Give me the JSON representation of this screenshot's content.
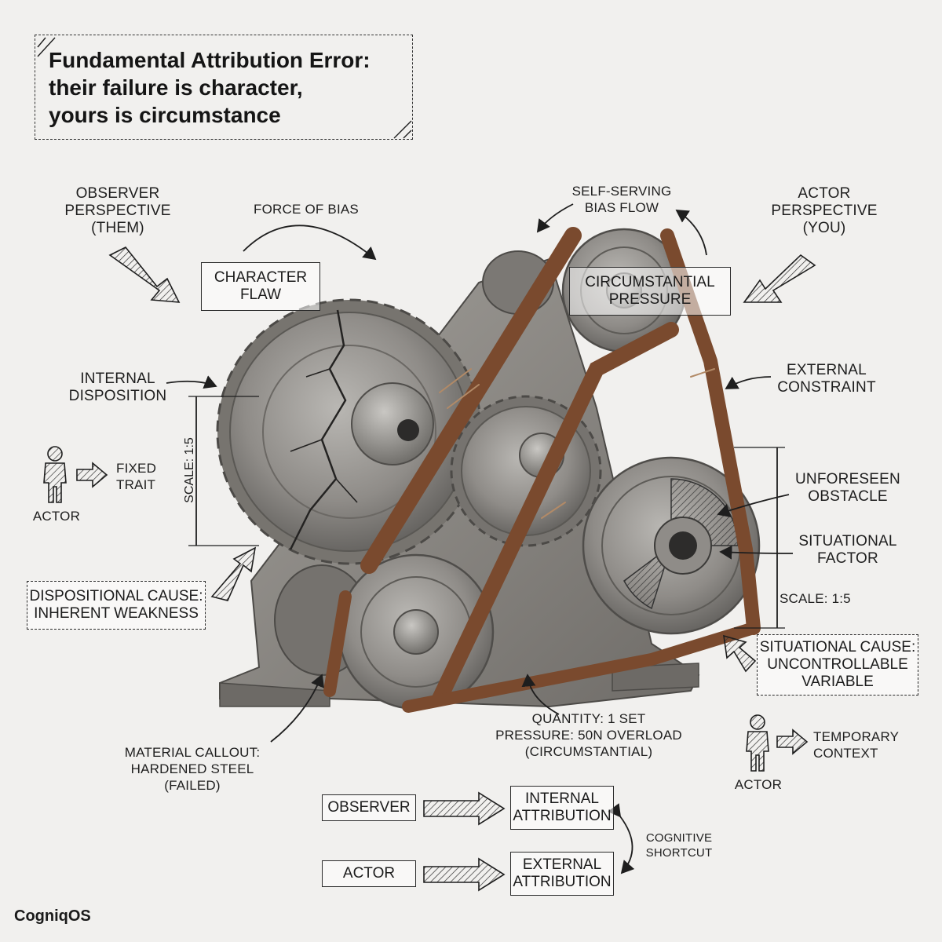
{
  "title": {
    "line1": "Fundamental Attribution Error:",
    "line2": "their failure is character,",
    "line3": "yours is circumstance"
  },
  "labels": {
    "observer_perspective": [
      "OBSERVER",
      "PERSPECTIVE",
      "(THEM)"
    ],
    "force_of_bias": "FORCE OF BIAS",
    "self_serving": [
      "SELF-SERVING",
      "BIAS FLOW"
    ],
    "actor_perspective": [
      "ACTOR",
      "PERSPECTIVE",
      "(YOU)"
    ],
    "character_flaw": [
      "CHARACTER",
      "FLAW"
    ],
    "circumstantial_pressure": [
      "CIRCUMSTANTIAL",
      "PRESSURE"
    ],
    "internal_disposition": [
      "INTERNAL",
      "DISPOSITION"
    ],
    "external_constraint": [
      "EXTERNAL",
      "CONSTRAINT"
    ],
    "fixed_trait": [
      "FIXED",
      "TRAIT"
    ],
    "actor_left": "ACTOR",
    "scale_left": "SCALE: 1:5",
    "unforeseen_obstacle": [
      "UNFORESEEN",
      "OBSTACLE"
    ],
    "situational_factor": [
      "SITUATIONAL",
      "FACTOR"
    ],
    "scale_right": "SCALE: 1:5",
    "dispositional_cause": [
      "DISPOSITIONAL CAUSE:",
      "INHERENT WEAKNESS"
    ],
    "situational_cause": [
      "SITUATIONAL CAUSE:",
      "UNCONTROLLABLE",
      "VARIABLE"
    ],
    "quantity": [
      "QUANTITY: 1 SET",
      "PRESSURE: 50N OVERLOAD",
      "(CIRCUMSTANTIAL)"
    ],
    "material_callout": [
      "MATERIAL CALLOUT:",
      "HARDENED STEEL",
      "(FAILED)"
    ],
    "temporary_context": [
      "TEMPORARY",
      "CONTEXT"
    ],
    "actor_right": "ACTOR"
  },
  "legend": {
    "observer": "OBSERVER",
    "internal_attribution": [
      "INTERNAL",
      "ATTRIBUTION"
    ],
    "actor": "ACTOR",
    "external_attribution": [
      "EXTERNAL",
      "ATTRIBUTION"
    ],
    "cognitive_shortcut": [
      "COGNITIVE",
      "SHORTCUT"
    ]
  },
  "brand": "CogniqOS",
  "colors": {
    "background": "#f1f0ee",
    "steel": "#8d8b88",
    "steel_dark": "#5e5c59",
    "belt": "#7a4a2e",
    "ink": "#1e1e1e"
  }
}
